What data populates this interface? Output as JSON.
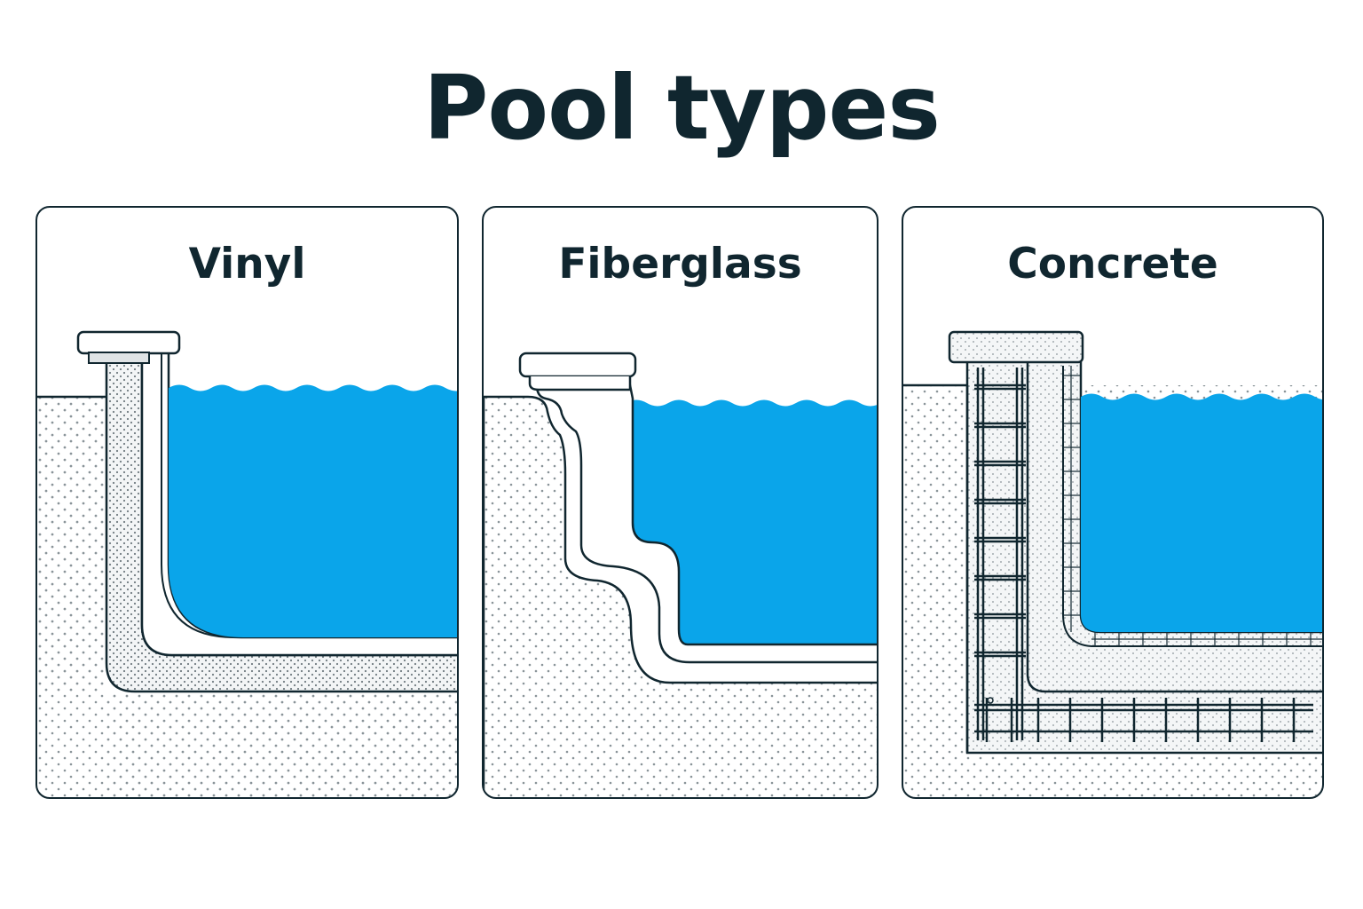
{
  "title": "Pool types",
  "colors": {
    "outline": "#10262f",
    "water": "#0aa5ea",
    "soil_dots": "#8a9499",
    "gravel": "#f3f5f6"
  },
  "panels": [
    {
      "id": "vinyl",
      "label": "Vinyl"
    },
    {
      "id": "fiberglass",
      "label": "Fiberglass"
    },
    {
      "id": "concrete",
      "label": "Concrete"
    }
  ]
}
